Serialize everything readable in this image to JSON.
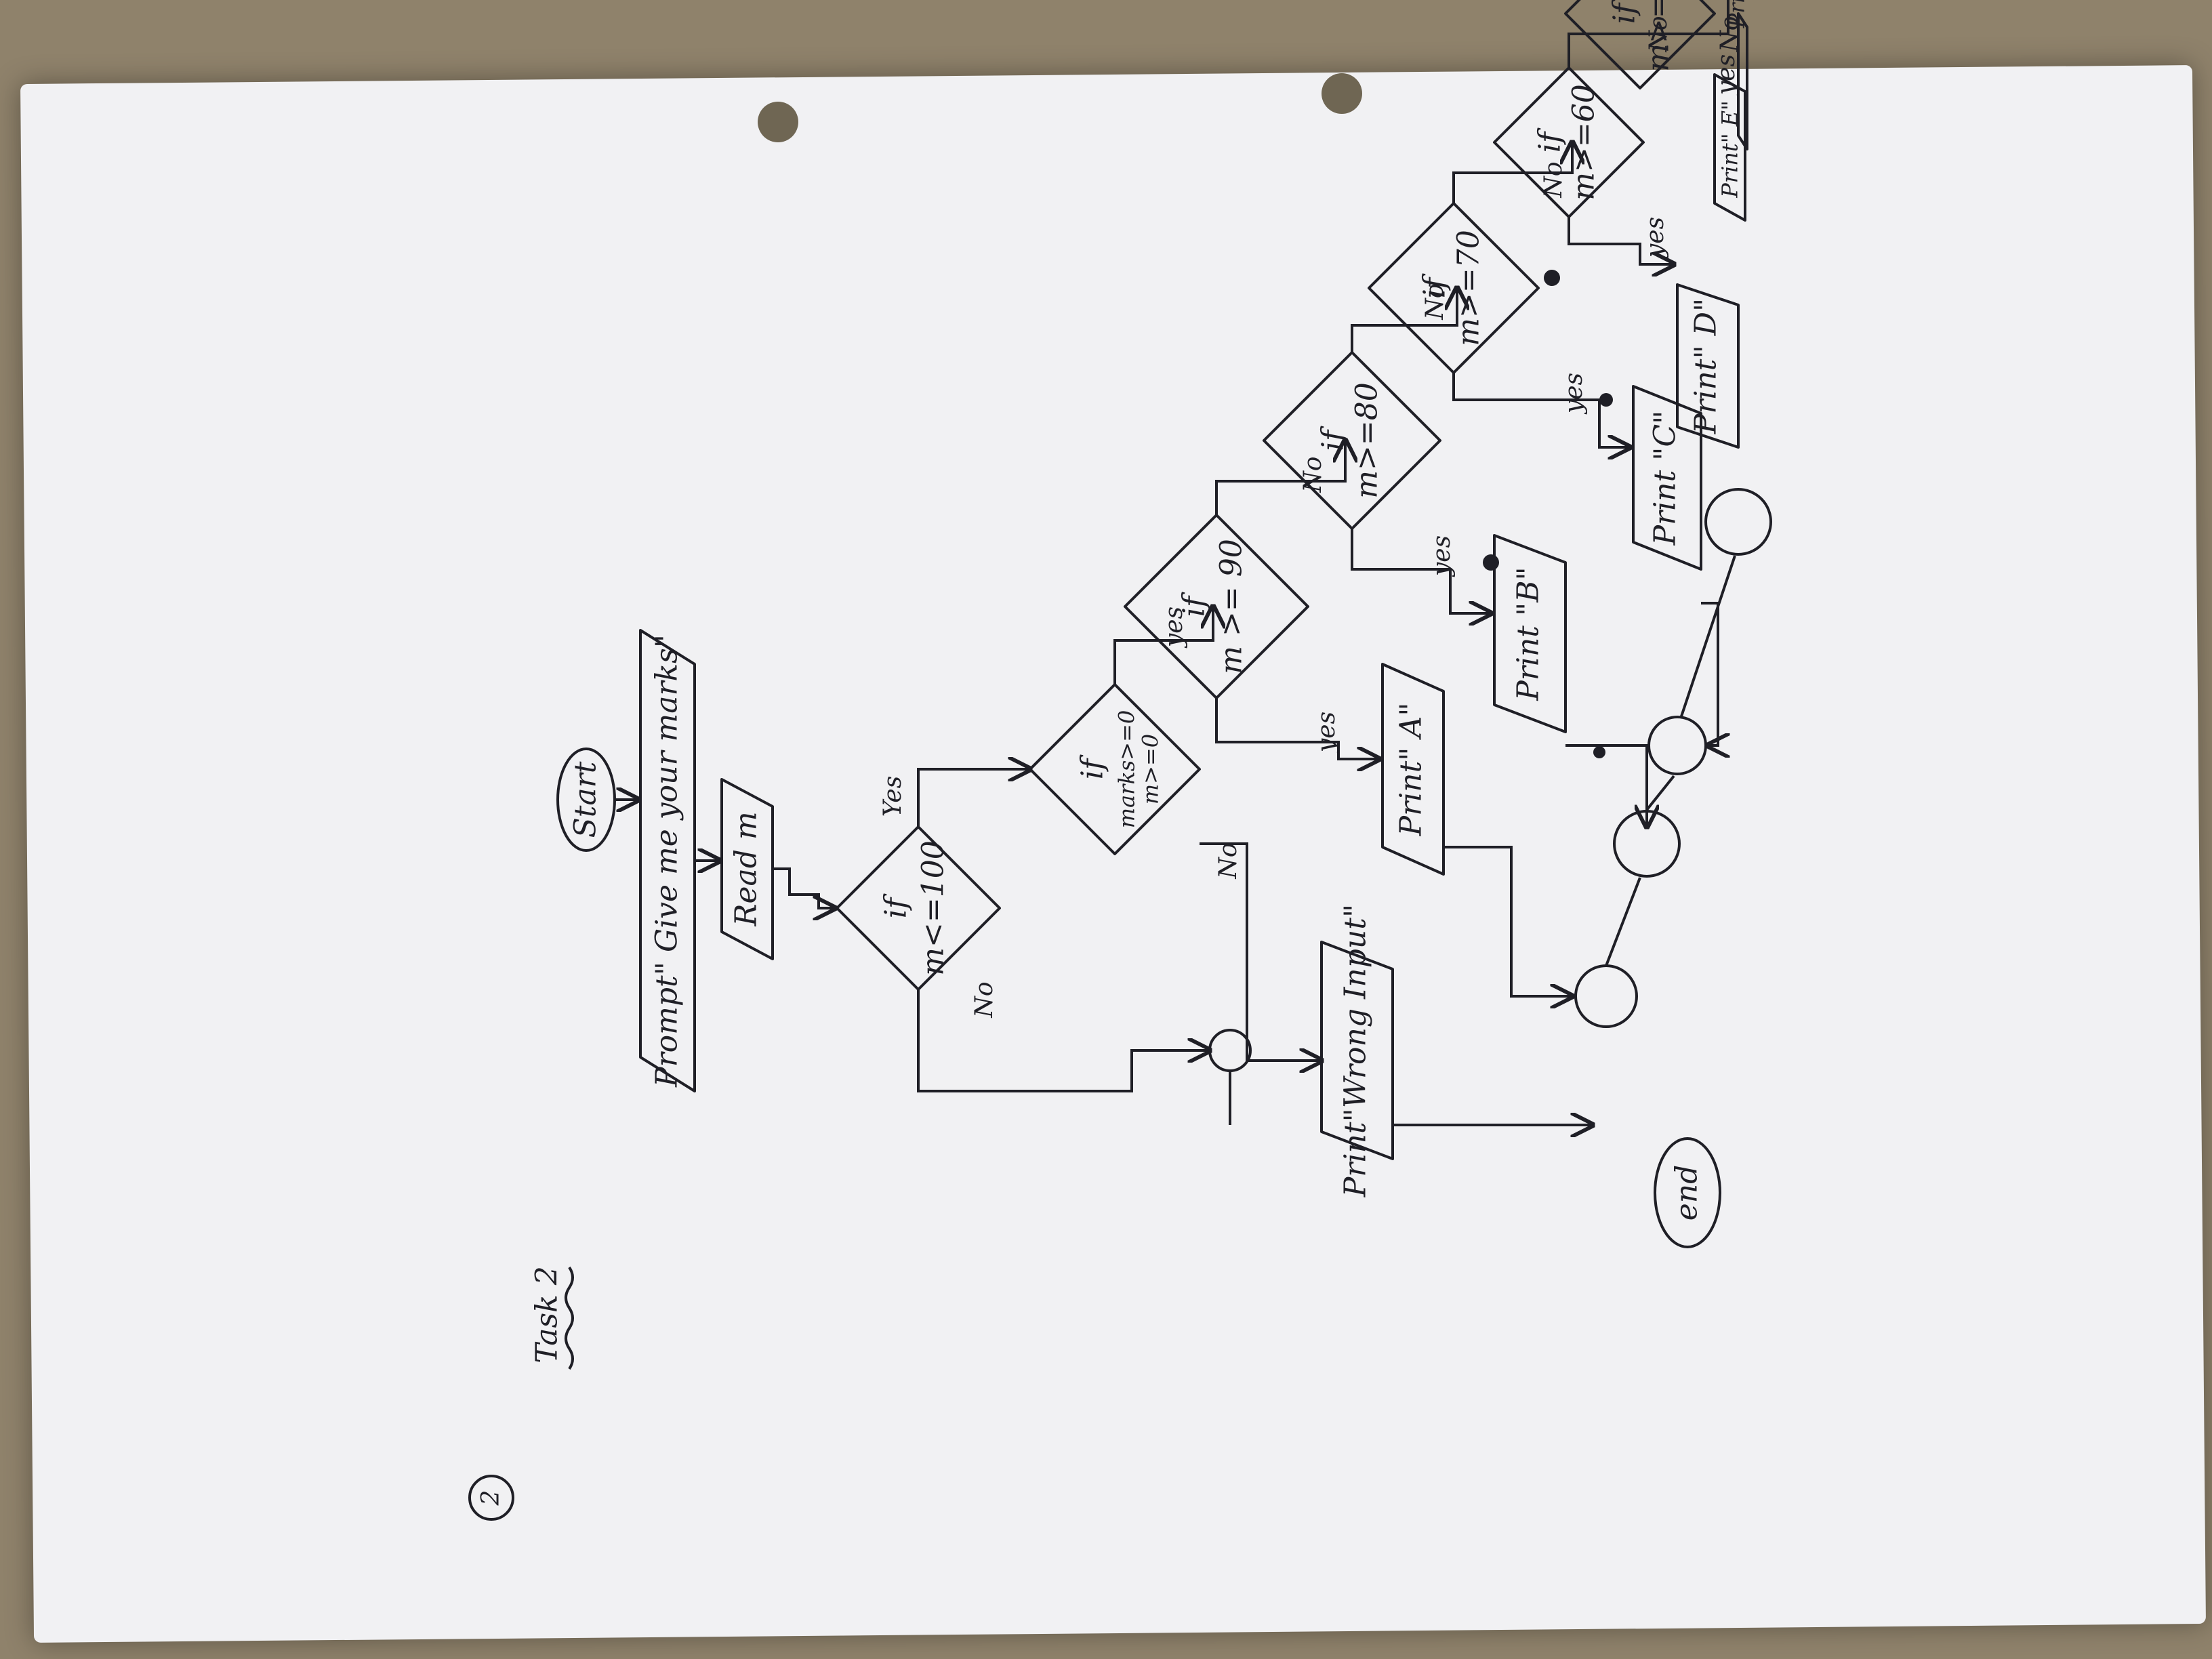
{
  "page": {
    "number": "2",
    "title": "Task 2"
  },
  "flowchart": {
    "start": "Start",
    "prompt": "Prompt\" Give me your marks\"",
    "read": "Read  m",
    "decisions": [
      {
        "if": "if",
        "cond": "m<=100"
      },
      {
        "if": "if",
        "cond": "marks>=0",
        "cond2": "m>=0"
      },
      {
        "if": "if",
        "cond": "m >= 90"
      },
      {
        "if": "if",
        "cond": "m>=80"
      },
      {
        "if": "if",
        "cond": "m>=70"
      },
      {
        "if": "if",
        "cond": "m>=60"
      },
      {
        "if": "if",
        "cond": "m>=50"
      }
    ],
    "outputs": {
      "wrong": "Print\"Wrong Input\"",
      "a": "Print\" A\"",
      "b": "Print \"B\"",
      "c": "Print \"C\"",
      "d": "Print\" D\"",
      "e": "Print\" E\"",
      "f": "Print \" F\""
    },
    "edge_labels": {
      "no_1": "No",
      "yes_1": "Yes",
      "no_2": "No",
      "yes_2": "yes",
      "yes_3": "yes",
      "no_3": "No",
      "yes_4": "yes",
      "no_4": "No",
      "yes_5": "yes",
      "no_5": "No",
      "yes_6": "yes",
      "no_6": "No",
      "yes_7": "yes",
      "no_7": "No"
    },
    "end": "end",
    "corner_marks": [
      "H",
      "E"
    ]
  },
  "colors": {
    "background": "#8f826b",
    "paper": "#f1f1f3",
    "ink": "#1f1f26"
  }
}
